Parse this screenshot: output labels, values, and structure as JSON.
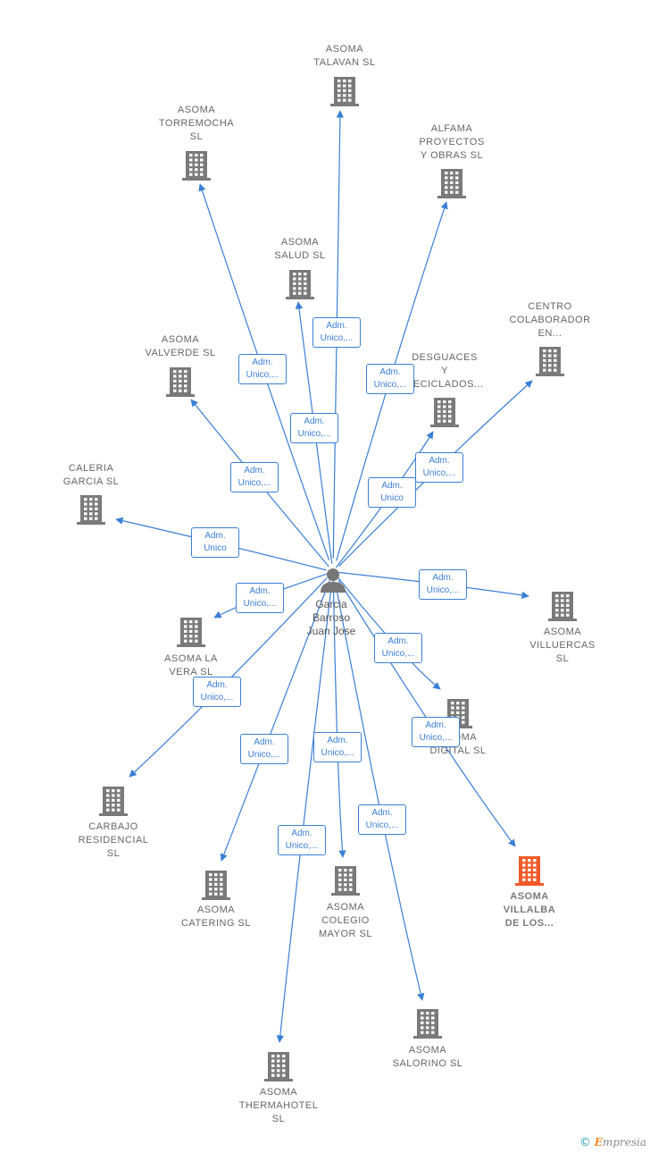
{
  "person": {
    "name": "Garcia\nBarroso\nJuan Jose"
  },
  "nodes": [
    {
      "label": "ASOMA\nTALAVAN  SL",
      "highlight": false
    },
    {
      "label": "ASOMA\nTORREMOCHA\nSL",
      "highlight": false
    },
    {
      "label": "ALFAMA\nPROYECTOS\nY OBRAS  SL",
      "highlight": false
    },
    {
      "label": "ASOMA\nSALUD  SL",
      "highlight": false
    },
    {
      "label": "CENTRO\nCOLABORADOR\nEN...",
      "highlight": false
    },
    {
      "label": "ASOMA\nVALVERDE  SL",
      "highlight": false
    },
    {
      "label": "DESGUACES\nY\nRECICLADOS...",
      "highlight": false
    },
    {
      "label": "CALERIA\nGARCIA SL",
      "highlight": false
    },
    {
      "label": "ASOMA\nVILLUERCAS\nSL",
      "highlight": false
    },
    {
      "label": "ASOMA LA\nVERA  SL",
      "highlight": false
    },
    {
      "label": "ASOMA\nDIGITAL  SL",
      "highlight": false
    },
    {
      "label": "CARBAJO\nRESIDENCIAL\nSL",
      "highlight": false
    },
    {
      "label": "ASOMA\nVILLALBA\nDE LOS...",
      "highlight": true
    },
    {
      "label": "ASOMA\nCATERING  SL",
      "highlight": false
    },
    {
      "label": "ASOMA\nCOLEGIO\nMAYOR  SL",
      "highlight": false
    },
    {
      "label": "ASOMA\nSALORINO  SL",
      "highlight": false
    },
    {
      "label": "ASOMA\nTHERMAHOTEL\nSL",
      "highlight": false
    }
  ],
  "edges": [
    {
      "to": 0,
      "label": "Adm.\nUnico,..."
    },
    {
      "to": 1,
      "label": "Adm.\nUnico,..."
    },
    {
      "to": 2,
      "label": "Adm.\nUnico,..."
    },
    {
      "to": 3,
      "label": "Adm.\nUnico,..."
    },
    {
      "to": 4,
      "label": "Adm.\nUnico,..."
    },
    {
      "to": 5,
      "label": "Adm.\nUnico,..."
    },
    {
      "to": 6,
      "label": "Adm.\nUnico"
    },
    {
      "to": 7,
      "label": "Adm.\nUnico"
    },
    {
      "to": 8,
      "label": "Adm.\nUnico,..."
    },
    {
      "to": 9,
      "label": "Adm.\nUnico,..."
    },
    {
      "to": 10,
      "label": "Adm.\nUnico,..."
    },
    {
      "to": 11,
      "label": "Adm.\nUnico,..."
    },
    {
      "to": 12,
      "label": "Adm.\nUnico,..."
    },
    {
      "to": 13,
      "label": "Adm.\nUnico,..."
    },
    {
      "to": 14,
      "label": "Adm.\nUnico,..."
    },
    {
      "to": 15,
      "label": "Adm.\nUnico,..."
    },
    {
      "to": 16,
      "label": "Adm.\nUnico,..."
    }
  ],
  "colors": {
    "edge": "#3a7fd5",
    "building": "#7a7a7a",
    "highlight": "#f05a28",
    "person": "#777777"
  },
  "watermark": {
    "copyright": "©",
    "brand_initial": "E",
    "brand_rest": "mpresia"
  }
}
